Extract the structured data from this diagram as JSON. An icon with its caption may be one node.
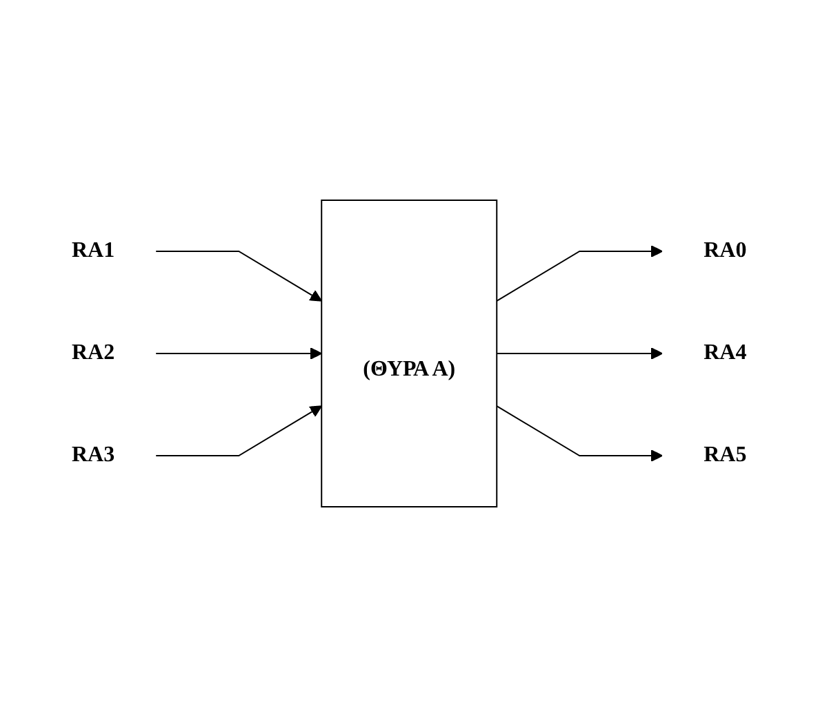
{
  "diagram": {
    "nodes": [
      {
        "text": [
          "(ΘΥΡΑ Α)"
        ]
      },
      {
        "text": [
          "RA0"
        ]
      },
      {
        "text": [
          "RA1"
        ]
      },
      {
        "text": [
          "RA2"
        ]
      },
      {
        "text": [
          "RA3"
        ]
      },
      {
        "text": [
          "RA4"
        ]
      },
      {
        "text": [
          "RA5"
        ]
      }
    ],
    "edges": [
      {
        "from": 0,
        "to": 1,
        "arrow": "to"
      },
      {
        "from": 2,
        "to": 0,
        "arrow": "to"
      },
      {
        "from": 3,
        "to": 0,
        "arrow": "to"
      },
      {
        "from": 4,
        "to": 0,
        "arrow": "to"
      },
      {
        "from": 0,
        "to": 5,
        "arrow": "to"
      },
      {
        "from": 0,
        "to": 6,
        "arrow": "to"
      }
    ]
  }
}
